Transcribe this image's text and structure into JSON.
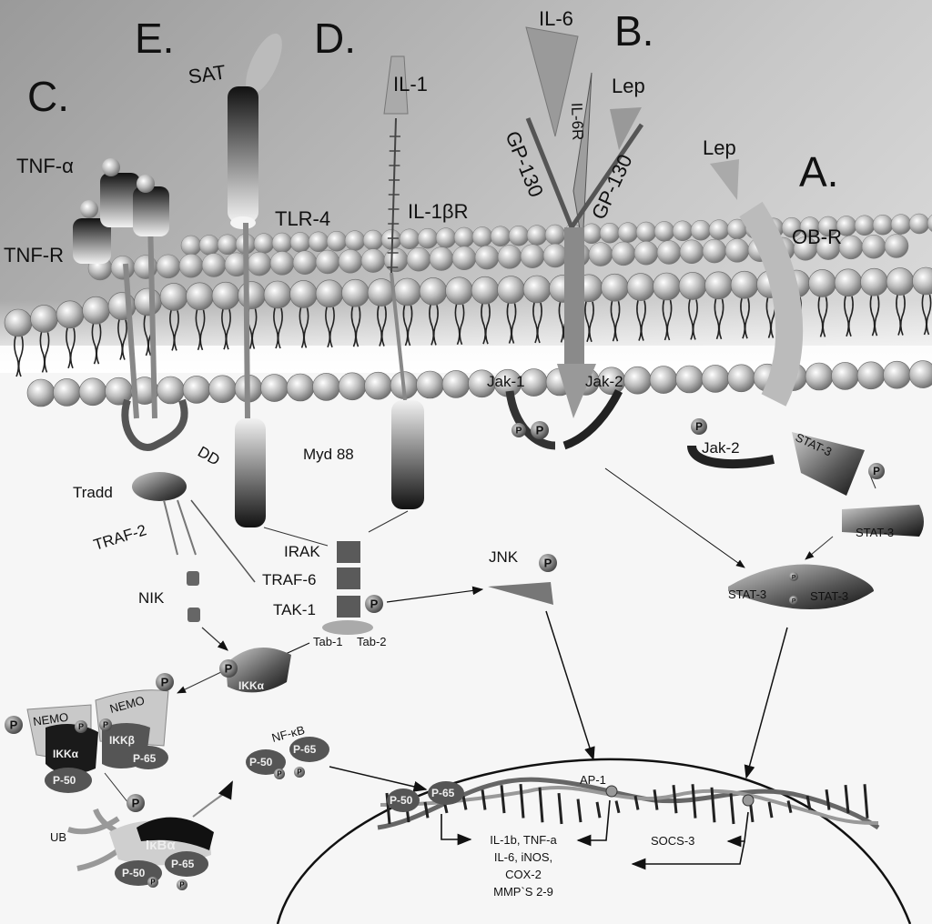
{
  "diagram": {
    "type": "signaling-pathway",
    "panels": {
      "A": "A.",
      "B": "B.",
      "C": "C.",
      "D": "D.",
      "E": "E."
    },
    "ligands": {
      "tnf_alpha": "TNF-α",
      "sat": "SAT",
      "il1": "IL-1",
      "il6": "IL-6",
      "lep_b": "Lep",
      "lep_a": "Lep"
    },
    "receptors": {
      "tnf_r": "TNF-R",
      "tlr4": "TLR-4",
      "il1br": "IL-1βR",
      "gp130_left": "GP-130",
      "gp130_right": "GP-130",
      "il6r": "IL-6R",
      "obr": "OB-R"
    },
    "adaptors": {
      "dd": "DD",
      "tradd": "Tradd",
      "traf2": "TRAF-2",
      "nik": "NIK",
      "myd88": "Myd 88",
      "irak": "IRAK",
      "traf6": "TRAF-6",
      "tak1": "TAK-1",
      "tab1": "Tab-1",
      "tab2": "Tab-2",
      "jak1": "Jak-1",
      "jak2_b": "Jak-2",
      "jak2_a": "Jak-2",
      "jnk": "JNK"
    },
    "stat": {
      "stat3_bound": "STAT-3",
      "stat3_free": "STAT-3",
      "dimer_left": "STAT-3",
      "dimer_right": "STAT-3"
    },
    "ikk": {
      "ikka_single": "IKKα",
      "nemo_left": "NEMO",
      "nemo_right": "NEMO",
      "ikka_complex": "IKKα",
      "ikkb_complex": "IKKβ",
      "p65_complex": "P-65",
      "p50_complex": "P-50"
    },
    "nfkb": {
      "label": "NF-κB",
      "p50": "P-50",
      "p65": "P-65",
      "ub": "UB",
      "ikba": "IκBα",
      "ikba_p50": "P-50",
      "ikba_p65": "P-65"
    },
    "phospho": "P",
    "nucleus": {
      "dna_p50": "P-50",
      "dna_p65": "P-65",
      "ap1": "AP-1",
      "genes": [
        "IL-1b, TNF-a",
        "IL-6, iNOS,",
        "COX-2",
        "MMP`S 2-9"
      ],
      "socs3": "SOCS-3"
    }
  }
}
